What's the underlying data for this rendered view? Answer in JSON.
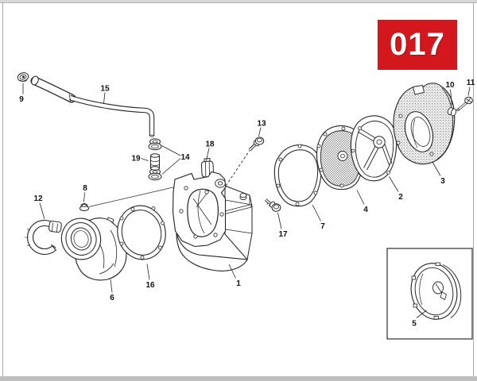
{
  "page": {
    "badge": {
      "label": "017",
      "bg_color": "#d2181d",
      "text_color": "#ffffff"
    },
    "diagram": {
      "kind": "exploded-parts-diagram",
      "callouts": [
        {
          "label": "1"
        },
        {
          "label": "2"
        },
        {
          "label": "3"
        },
        {
          "label": "4"
        },
        {
          "label": "5"
        },
        {
          "label": "6"
        },
        {
          "label": "7"
        },
        {
          "label": "8"
        },
        {
          "label": "9"
        },
        {
          "label": "10"
        },
        {
          "label": "11"
        },
        {
          "label": "12"
        },
        {
          "label": "13"
        },
        {
          "label": "14"
        },
        {
          "label": "15"
        },
        {
          "label": "16"
        },
        {
          "label": "17"
        },
        {
          "label": "18"
        },
        {
          "label": "19"
        }
      ]
    },
    "colors": {
      "ink": "#222222",
      "paper": "#ffffff",
      "page_edge": "#bfbfbf"
    }
  }
}
